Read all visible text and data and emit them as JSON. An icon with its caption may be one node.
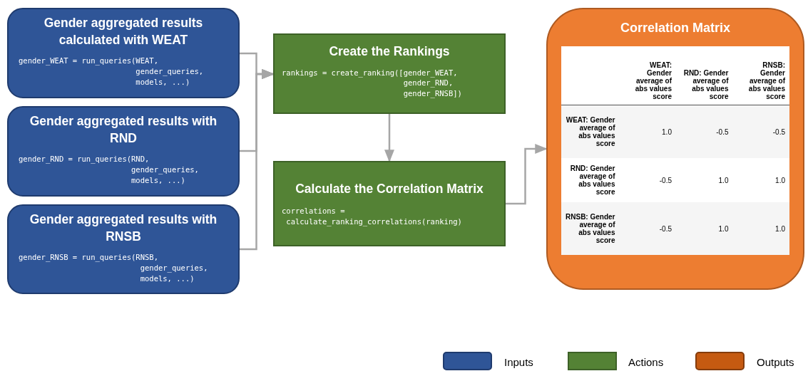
{
  "diagram": {
    "nodes": [
      {
        "text": [
          "Gender aggregated results calculated with WEAT",
          "gender_WEAT = run_queries(WEAT, gender_queries, models, ...)"
        ]
      },
      {
        "text": [
          "Gender aggregated results with RND",
          "gender_RND = run_queries(RND, gender_queries, models, ...)"
        ]
      },
      {
        "text": [
          "Gender aggregated results with RNSB",
          "gender_RNSB = run_queries(RNSB, gender_queries, models, ...)"
        ]
      },
      {
        "text": [
          "Create the Rankings",
          "rankings = create_ranking([gender_WEAT, gender_RND, gender_RNSB])"
        ]
      },
      {
        "text": [
          "Calculate the Correlation Matrix",
          "correlations = calculate_ranking_correlations(ranking)"
        ]
      },
      {
        "text": [
          "Correlation Matrix"
        ]
      }
    ],
    "edges": [
      {
        "from": 0,
        "to": 3,
        "arrow": "to"
      },
      {
        "from": 1,
        "to": 3,
        "arrow": "to"
      },
      {
        "from": 2,
        "to": 3,
        "arrow": "to"
      },
      {
        "from": 3,
        "to": 4,
        "arrow": "to"
      },
      {
        "from": 4,
        "to": 5,
        "arrow": "to"
      }
    ],
    "labels": [
      "WEAT: Gender average of abs values score",
      "RND: Gender average of abs values score",
      "RNSB: Gender average of abs values score",
      "WEAT: Gender average of abs values score",
      "1.0",
      "-0.5",
      "-0.5",
      "RND: Gender average of abs values score",
      "-0.5",
      "1.0",
      "1.0",
      "RNSB: Gender average of abs values score",
      "-0.5",
      "1.0",
      "1.0"
    ],
    "legend": [
      {
        "text": "Inputs",
        "color": "#2f5597"
      },
      {
        "text": "Actions",
        "color": "#548235"
      },
      {
        "text": "Outputs",
        "color": "#c55a11"
      }
    ]
  }
}
